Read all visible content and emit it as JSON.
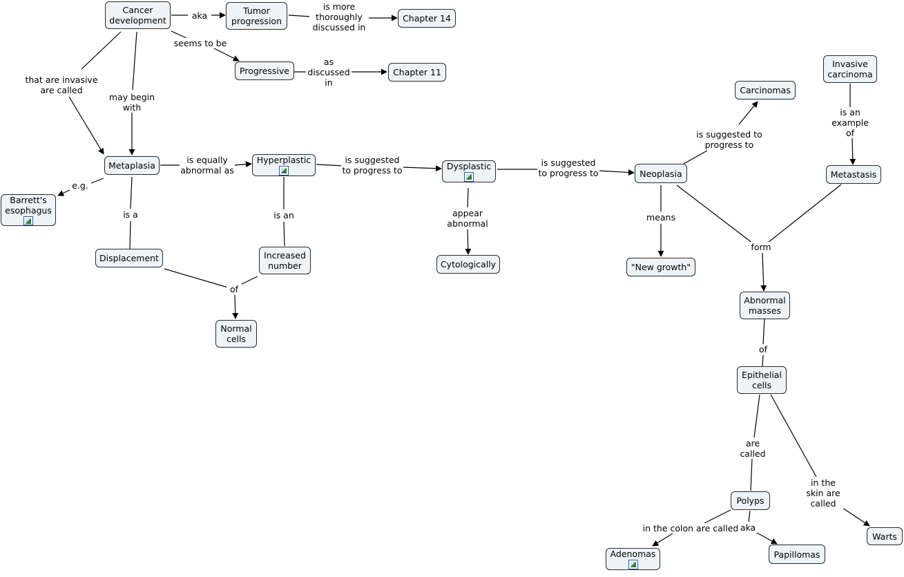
{
  "concepts": {
    "cancer_development": "Cancer\ndevelopment",
    "tumor_progression": "Tumor\nprogression",
    "chapter_14": "Chapter 14",
    "progressive": "Progressive",
    "chapter_11": "Chapter 11",
    "metaplasia": "Metaplasia",
    "barretts_esophagus": "Barrett's\nesophagus",
    "hyperplastic": "Hyperplastic",
    "dysplastic": "Dysplastic",
    "neoplasia": "Neoplasia",
    "carcinomas": "Carcinomas",
    "invasive_carcinoma": "Invasive\ncarcinoma",
    "metastasis": "Metastasis",
    "displacement": "Displacement",
    "increased_number": "Increased\nnumber",
    "normal_cells": "Normal\ncells",
    "cytologically": "Cytologically",
    "new_growth": "\"New growth\"",
    "abnormal_masses": "Abnormal\nmasses",
    "epithelial_cells": "Epithelial\ncells",
    "polyps": "Polyps",
    "adenomas": "Adenomas",
    "papillomas": "Papillomas",
    "warts": "Warts"
  },
  "links": {
    "aka_1": "aka",
    "more_thoroughly": "is more\nthoroughly\ndiscussed in",
    "seems_to_be": "seems to be",
    "as_discussed_in": "as\ndiscussed\nin",
    "invasive_called": "that are invasive\nare called",
    "may_begin_with": "may begin\nwith",
    "eg": "e.g.",
    "equally_abnormal": "is equally\nabnormal as",
    "suggested_1": "is suggested\nto progress to",
    "suggested_2": "is suggested\nto progress to",
    "suggested_3": "is suggested to\nprogress to",
    "is_an_example_of": "is an\nexample\nof",
    "is_a": "is a",
    "is_an": "is an",
    "of_1": "of",
    "appear_abnormal": "appear\nabnormal",
    "means": "means",
    "form": "form",
    "of_2": "of",
    "are_called": "are\ncalled",
    "in_skin": "in the\nskin are\ncalled",
    "in_colon": "in the colon are called",
    "aka_2": "aka"
  }
}
